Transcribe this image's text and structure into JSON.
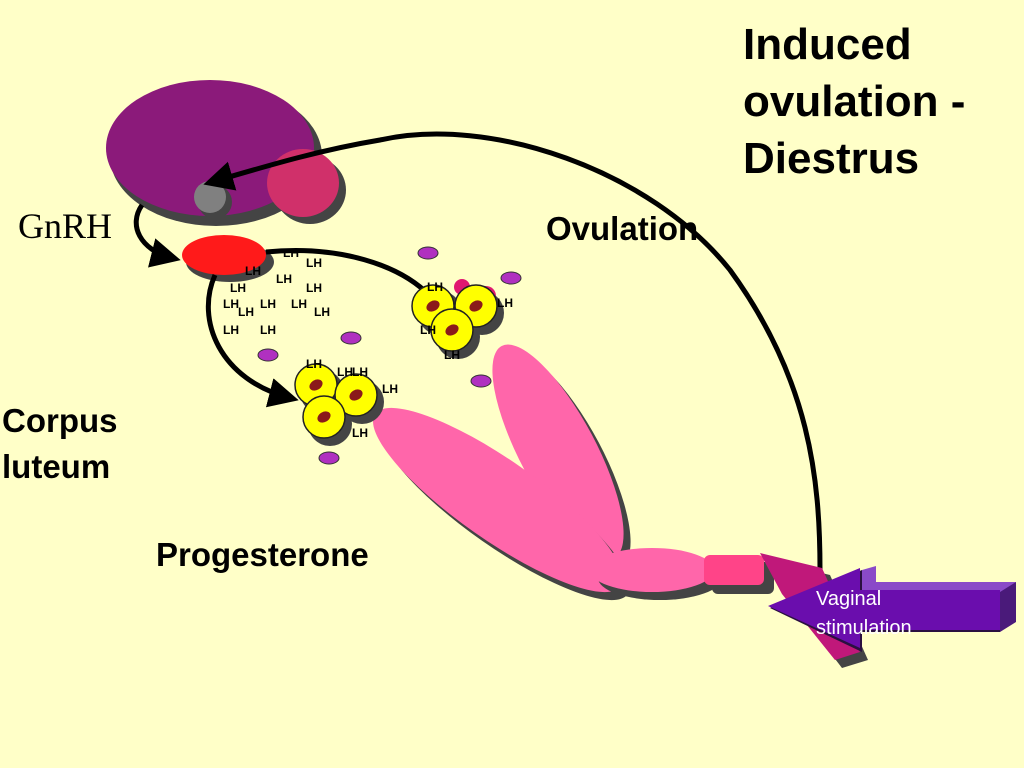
{
  "title": {
    "line1": "Induced",
    "line2": "ovulation -",
    "line3": "Diestrus"
  },
  "labels": {
    "gnrh": "GnRH",
    "ovulation": "Ovulation",
    "corpus_line1": "Corpus",
    "corpus_line2": "luteum",
    "progesterone": "Progesterone",
    "vaginal_line1": "Vaginal",
    "vaginal_line2": "stimulation",
    "lh": "LH"
  },
  "colors": {
    "background": "#ffffc8",
    "brain": "#8b1a7a",
    "pituitary_posterior": "#d0306a",
    "hypothalamus": "#808080",
    "anterior_pituitary": "#ff1a1a",
    "uterus": "#ff66aa",
    "cervix": "#ff4488",
    "vagina": "#c0187a",
    "follicle": "#ffff00",
    "arrow_purple": "#6a0dad",
    "hormone_particle": "#b030c0"
  }
}
